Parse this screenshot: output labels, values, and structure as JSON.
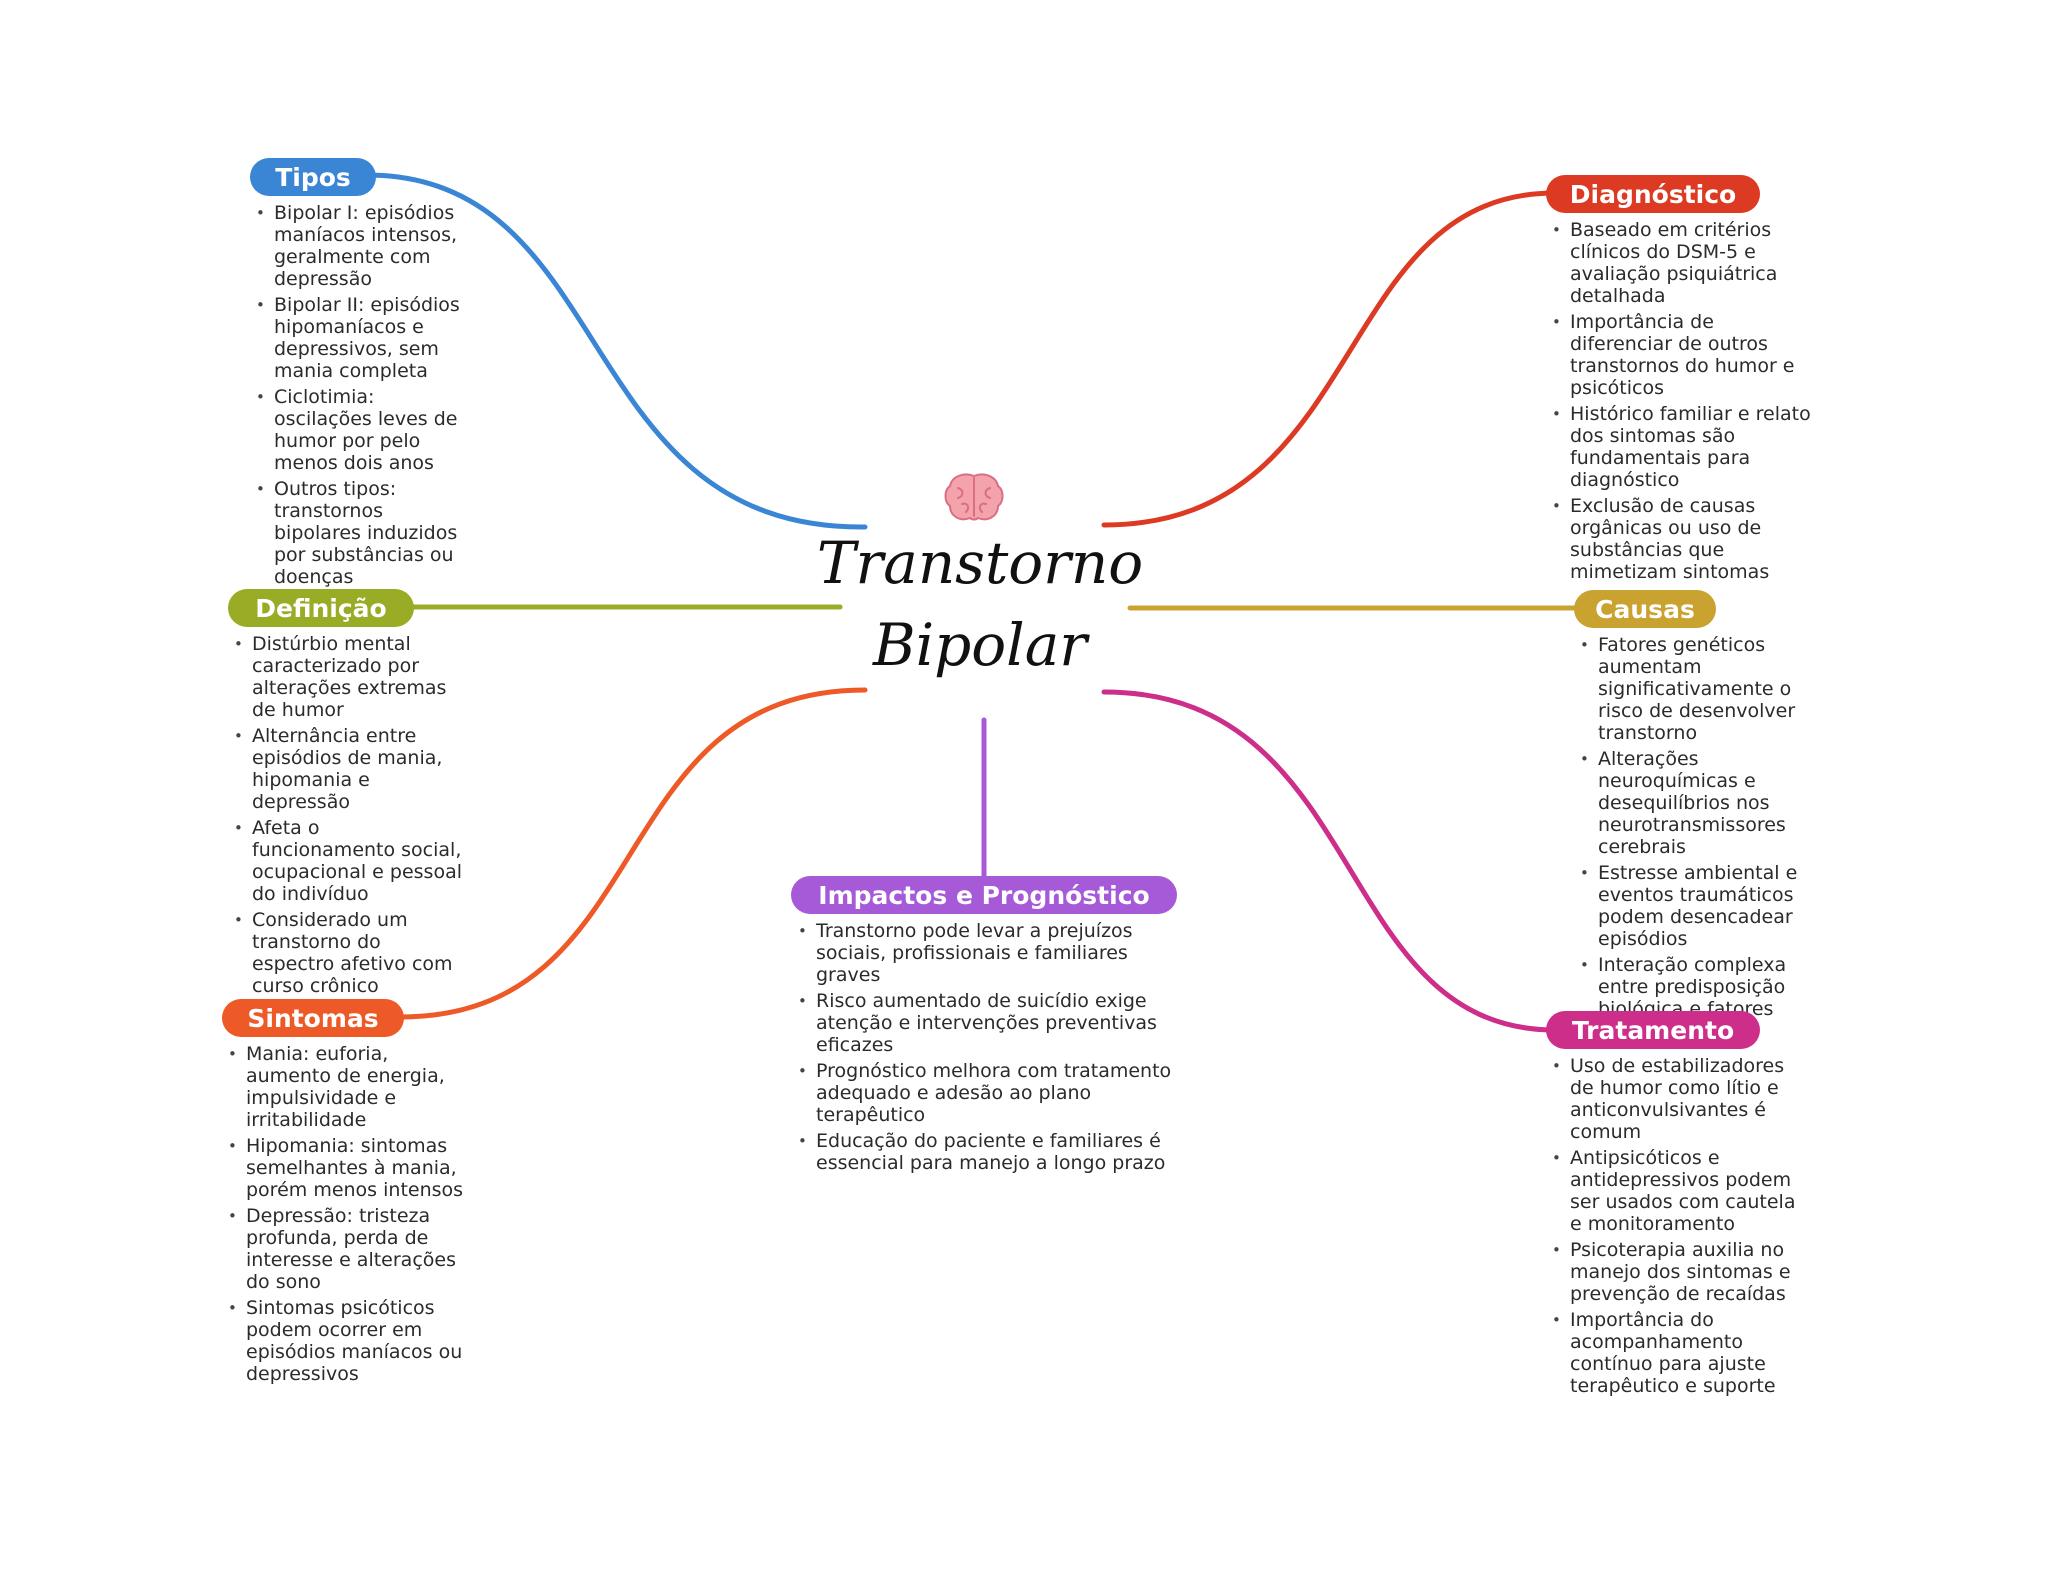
{
  "center": {
    "title_line1": "Transtorno",
    "title_line2": "Bipolar",
    "icon": "brain-icon"
  },
  "branches": {
    "tipos": {
      "label": "Tipos",
      "color": "#3a86d4",
      "items": [
        "Bipolar I: episódios maníacos intensos, geralmente com depressão",
        "Bipolar II: episódios hipomaníacos e depressivos, sem mania completa",
        "Ciclotimia: oscilações leves de humor por pelo menos dois anos",
        "Outros tipos: transtornos bipolares induzidos por substâncias ou doenças"
      ]
    },
    "definicao": {
      "label": "Definição",
      "color": "#9aab26",
      "items": [
        "Distúrbio mental caracterizado por alterações extremas de humor",
        "Alternância entre episódios de mania, hipomania e depressão",
        "Afeta o funcionamento social, ocupacional e pessoal do indivíduo",
        "Considerado um transtorno do espectro afetivo com curso crônico"
      ]
    },
    "sintomas": {
      "label": "Sintomas",
      "color": "#ee5a27",
      "items": [
        "Mania: euforia, aumento de energia, impulsividade e irritabilidade",
        "Hipomania: sintomas semelhantes à mania, porém menos intensos",
        "Depressão: tristeza profunda, perda de interesse e alterações do sono",
        "Sintomas psicóticos podem ocorrer em episódios maníacos ou depressivos"
      ]
    },
    "impactos": {
      "label": "Impactos e Prognóstico",
      "color": "#a65ad8",
      "items": [
        "Transtorno pode levar a prejuízos sociais, profissionais e familiares graves",
        "Risco aumentado de suicídio exige atenção e intervenções preventivas eficazes",
        "Prognóstico melhora com tratamento adequado e adesão ao plano terapêutico",
        "Educação do paciente e familiares é essencial para manejo a longo prazo"
      ]
    },
    "diagnostico": {
      "label": "Diagnóstico",
      "color": "#dc3a22",
      "items": [
        "Baseado em critérios clínicos do DSM-5 e avaliação psiquiátrica detalhada",
        "Importância de diferenciar de outros transtornos do humor e psicóticos",
        "Histórico familiar e relato dos sintomas são fundamentais para diagnóstico",
        "Exclusão de causas orgânicas ou uso de substâncias que mimetizam sintomas"
      ]
    },
    "causas": {
      "label": "Causas",
      "color": "#c9a230",
      "items": [
        "Fatores genéticos aumentam significativamente o risco de desenvolver transtorno",
        "Alterações neuroquímicas e desequilíbrios nos neurotransmissores cerebrais",
        "Estresse ambiental e eventos traumáticos podem desencadear episódios",
        "Interação complexa entre predisposição biológica e fatores externos"
      ]
    },
    "tratamento": {
      "label": "Tratamento",
      "color": "#cc2e89",
      "items": [
        "Uso de estabilizadores de humor como lítio e anticonvulsivantes é comum",
        "Antipsicóticos e antidepressivos podem ser usados com cautela e monitoramento",
        "Psicoterapia auxilia no manejo dos sintomas e prevenção de recaídas",
        "Importância do acompanhamento contínuo para ajuste terapêutico e suporte"
      ]
    }
  }
}
